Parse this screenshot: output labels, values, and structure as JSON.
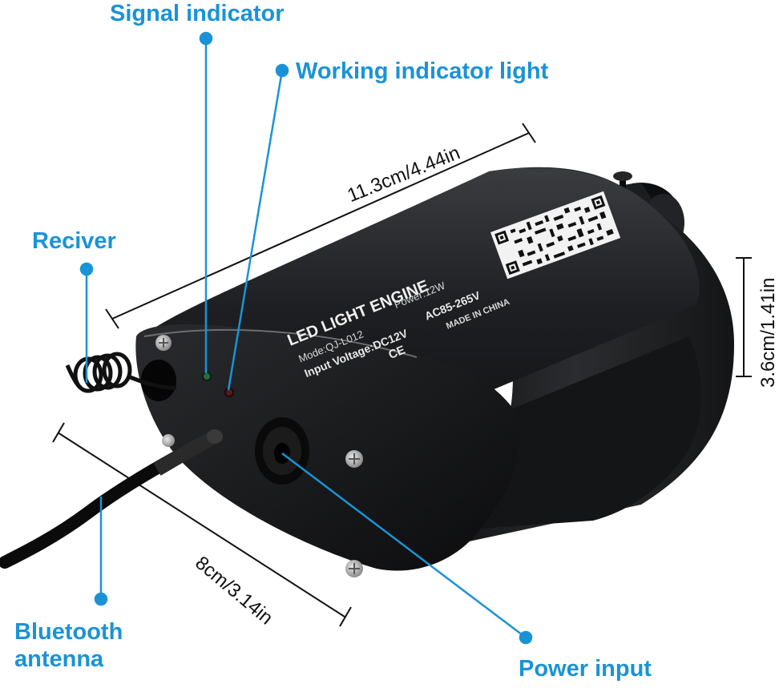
{
  "callouts": {
    "signal_indicator": "Signal indicator",
    "working_indicator": "Working indicator light",
    "receiver": "Reciver",
    "bluetooth_line1": "Bluetooth",
    "bluetooth_line2": "antenna",
    "power_input": "Power input"
  },
  "dimensions": {
    "length": "11.3cm/4.44in",
    "height": "3.6cm/1.41in",
    "width": "8cm/3.14in"
  },
  "device_label": {
    "title": "LED LIGHT ENGINE",
    "mode": "Mode:QJ-L012",
    "power": "Power:12W",
    "input_voltage": "Input Voltage:DC12V",
    "ac_range": "AC85-265V",
    "made_in": "MADE IN CHINA",
    "ce_mark": "CE"
  },
  "colors": {
    "callout_blue": "#1a93d6",
    "device_body": "#1b1c1e",
    "leader_line": "#1a93d6",
    "dimension_line": "#111111"
  },
  "icons": [
    "qr-code-icon",
    "screw-icon",
    "led-indicator-icon"
  ]
}
